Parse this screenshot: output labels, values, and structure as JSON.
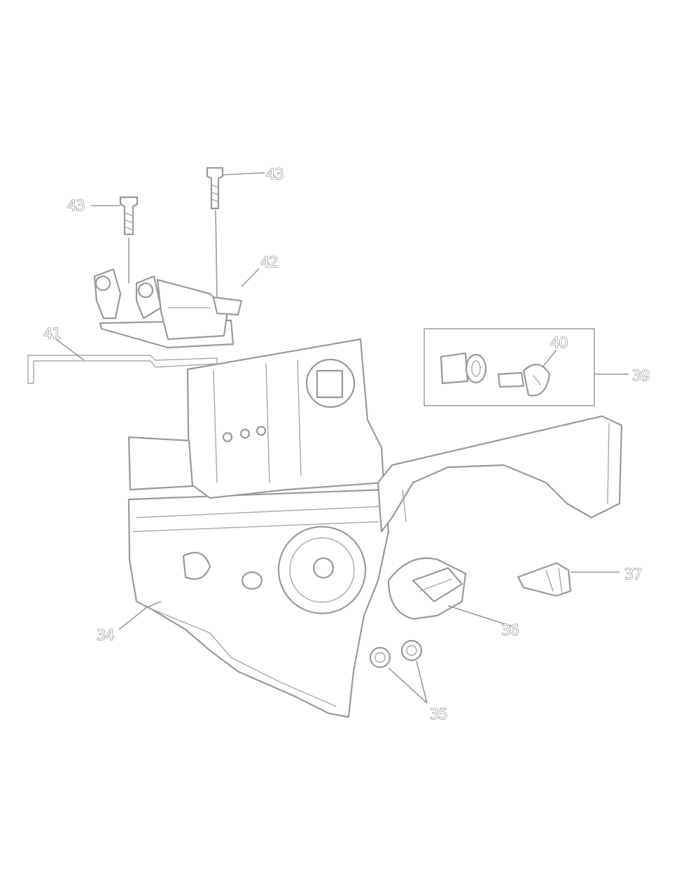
{
  "callouts": {
    "c34": "34",
    "c35": "35",
    "c36": "36",
    "c37": "37",
    "c39": "39",
    "c40": "40",
    "c41": "41",
    "c42": "42",
    "c43a": "43",
    "c43b": "43"
  },
  "colors": {
    "line": "#9a9a9a",
    "background": "#ffffff"
  }
}
